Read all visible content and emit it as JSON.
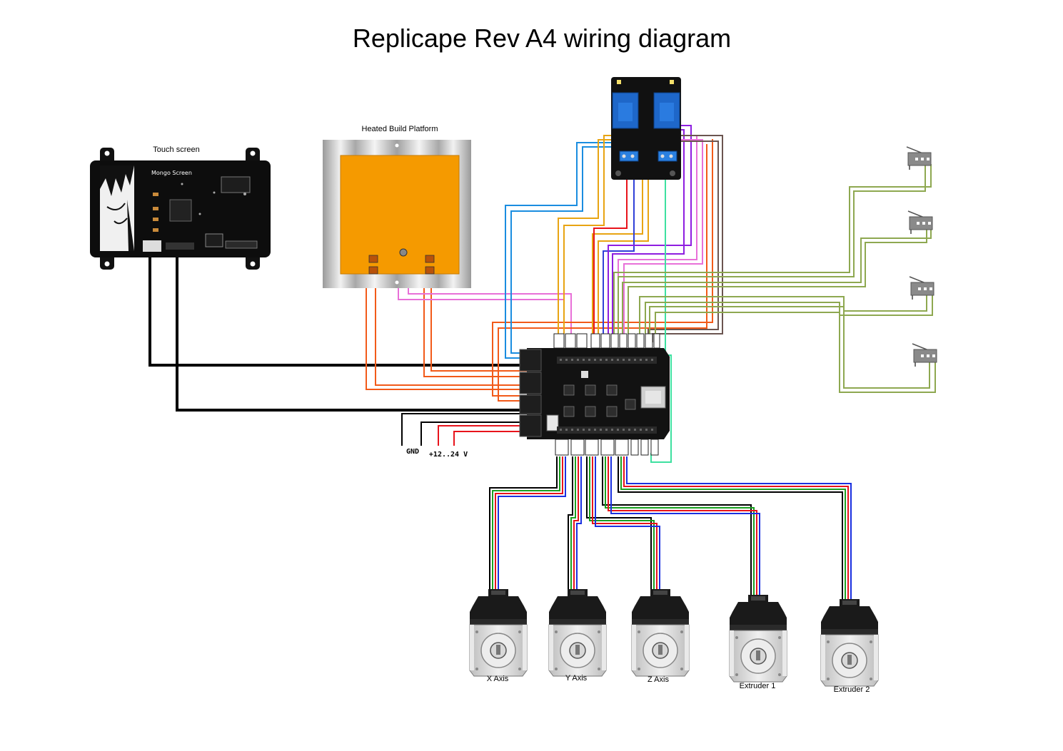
{
  "title": "Replicape Rev A4 wiring diagram",
  "components": {
    "touch_screen": {
      "label": "Touch screen",
      "board_text": "Mongo Screen"
    },
    "heated_bed": {
      "label": "Heated Build Platform"
    },
    "power": {
      "gnd_label": "GND",
      "vin_label": "+12..24 V"
    },
    "motors": [
      {
        "label": "X Axis"
      },
      {
        "label": "Y Axis"
      },
      {
        "label": "Z Axis"
      },
      {
        "label": "Extruder 1"
      },
      {
        "label": "Extruder 2"
      }
    ]
  },
  "colors": {
    "black": "#000000",
    "red": "#e8131b",
    "orange": "#f25a19",
    "blue": "#1a8de0",
    "amber": "#e8a412",
    "purple": "#8e1ee0",
    "magenta": "#e870d8",
    "brown": "#6b5550",
    "mint": "#3ee0a0",
    "olive": "#8ea850",
    "bed_orange": "#f59a00"
  }
}
